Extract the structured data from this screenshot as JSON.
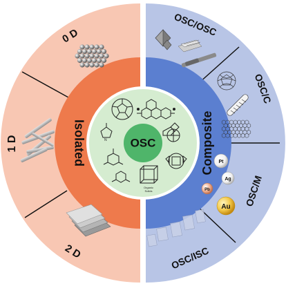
{
  "center": {
    "label": "OSC"
  },
  "inner_ring": {
    "left_label": "Isolated",
    "right_label": "Composite"
  },
  "outer_left": [
    {
      "label": "0 D"
    },
    {
      "label": "1 D"
    },
    {
      "label": "2 D"
    }
  ],
  "outer_right": [
    {
      "label": "OSC/OSC"
    },
    {
      "label": "OSC/C"
    },
    {
      "label": "OSC/M"
    },
    {
      "label": "OSC/ISC"
    }
  ],
  "metal_spheres": [
    "Pt",
    "Ag",
    "Pb",
    "Au"
  ],
  "molecule_caption": "Organic\nSolids",
  "colors": {
    "left_outer": "#f8c7b3",
    "left_inner": "#ee7a4c",
    "right_outer": "#b8c5e6",
    "right_inner": "#5b7fd0",
    "center_fill": "#d5ecd0",
    "center_core": "#4fb56a"
  },
  "icons": [
    "nanoparticle-cluster-icon",
    "nanowire-bundle-icon",
    "layered-sheet-icon",
    "fullerene-icon",
    "carbon-nanotube-icon",
    "graphene-icon",
    "octahedron-icon",
    "metal-sphere-icon"
  ]
}
